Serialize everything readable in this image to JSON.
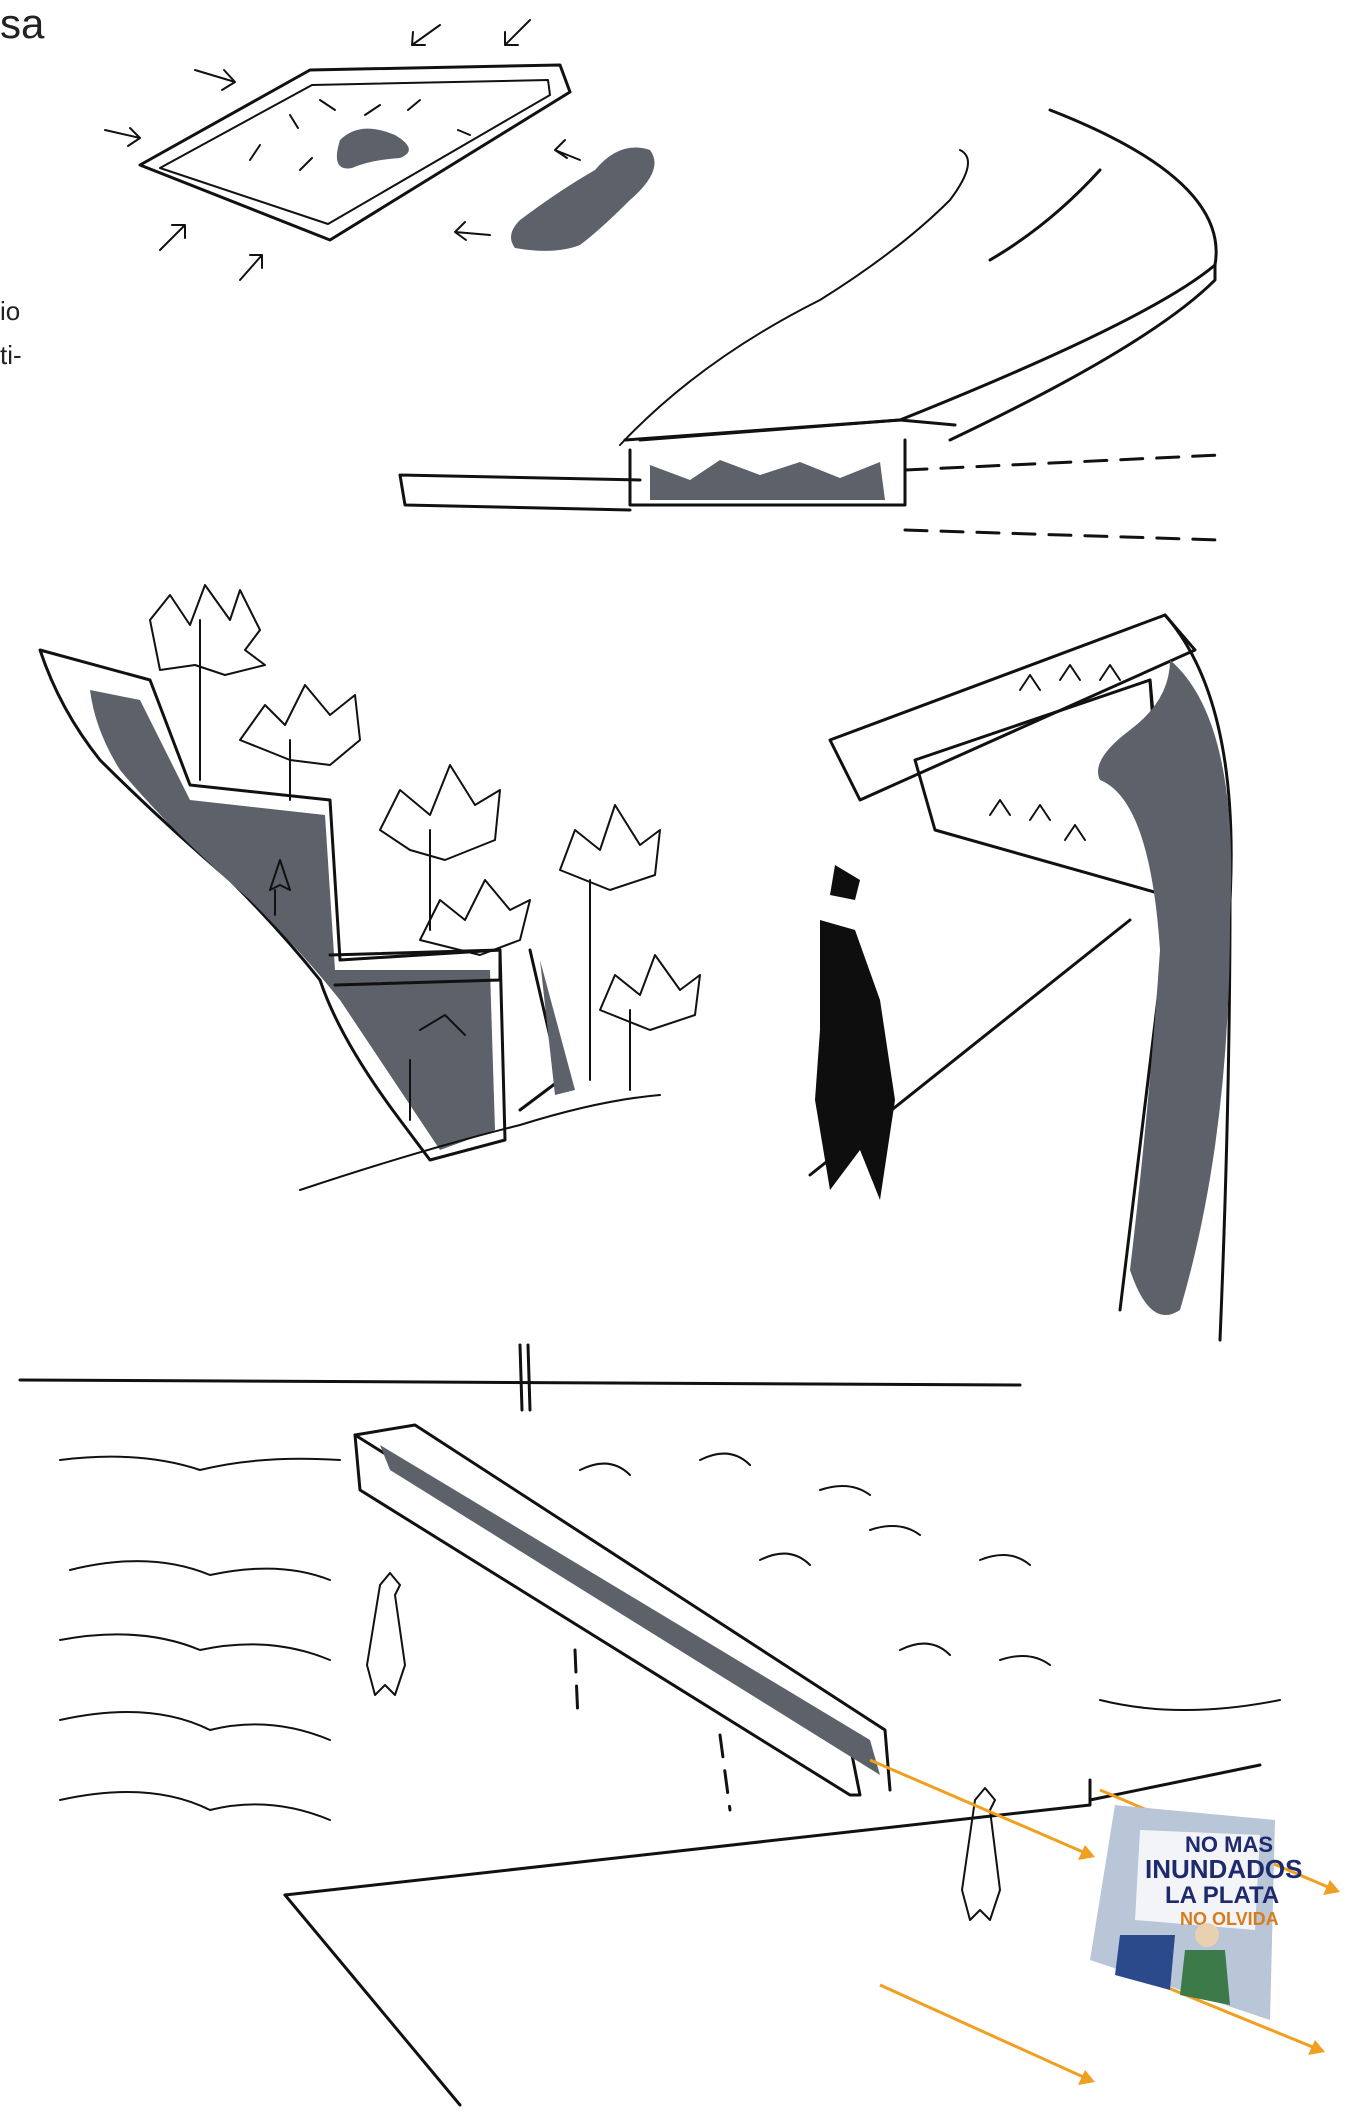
{
  "text_fragments": {
    "top_left": "sa",
    "left_line1": "io",
    "left_line2": "ti-"
  },
  "poster": {
    "line1": "NO MAS",
    "line2": "INUNDADOS",
    "line3": "LA PLATA",
    "line4": "NO OLVIDA"
  },
  "colors": {
    "shade": "#5d626a",
    "ink": "#111111",
    "arrow": "#f0a020"
  }
}
